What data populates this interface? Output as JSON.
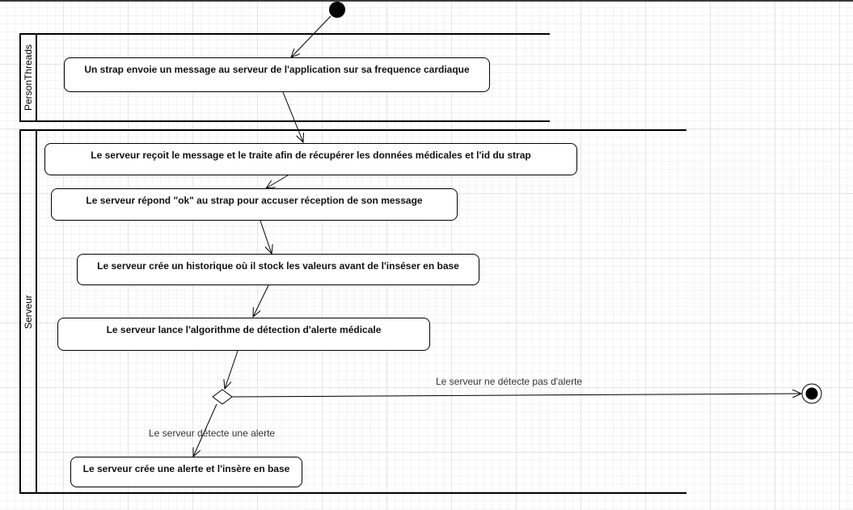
{
  "lanes": {
    "person_threads": {
      "title": "PersonThreads"
    },
    "serveur": {
      "title": "Serveur"
    }
  },
  "actions": {
    "strap_sends": "Un strap envoie un message au serveur de l'application sur sa frequence cardiaque",
    "server_receives": "Le serveur reçoit le message et le traite afin de récupérer les données médicales et l'id du strap",
    "server_replies": "Le serveur répond \"ok\" au strap pour accuser réception de son message",
    "server_history": "Le serveur crée un historique où il stock les valeurs avant de l'inséser en base",
    "server_alert_algo": "Le serveur lance l'algorithme de détection d'alerte médicale",
    "server_create_alert": "Le serveur crée une alerte et l'insère en base"
  },
  "guards": {
    "no_alert": "Le serveur ne détecte pas d'alerte",
    "alert_detected": "Le serveur détecte une alerte"
  }
}
